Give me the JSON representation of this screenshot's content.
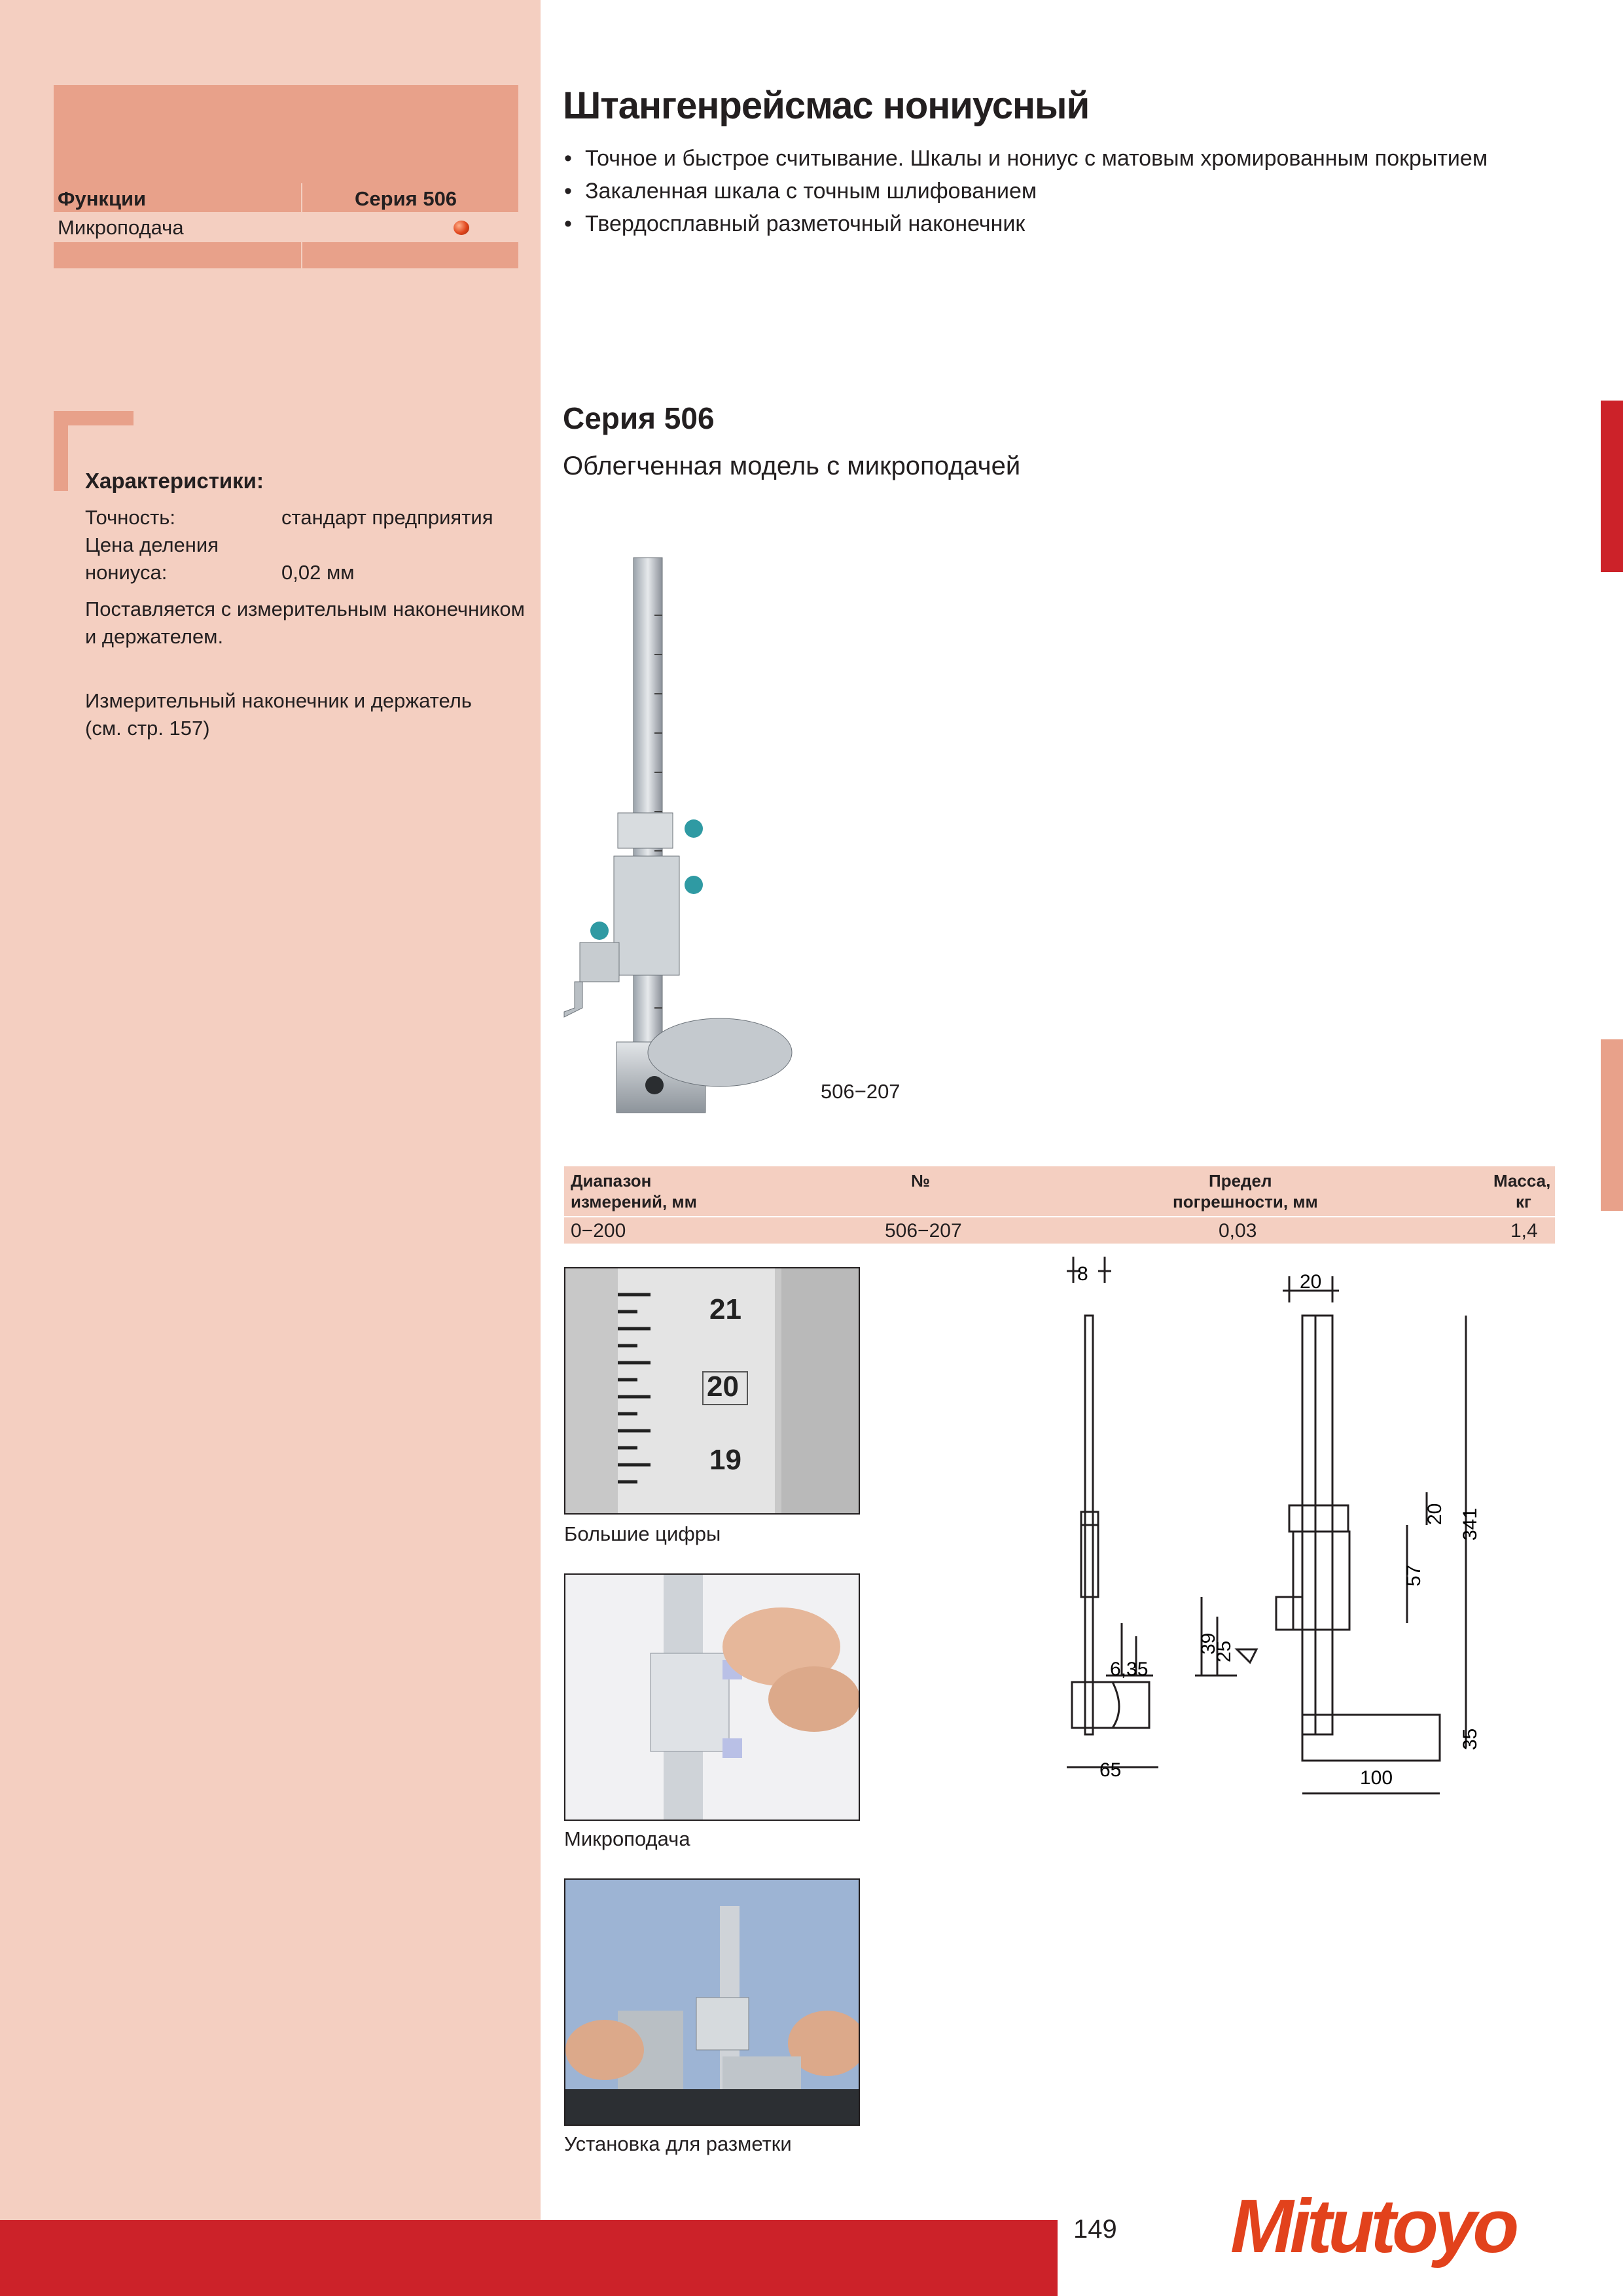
{
  "functions_table": {
    "col1_header": "Функции",
    "col2_header": "Серия 506",
    "row_label": "Микроподача"
  },
  "characteristics": {
    "title": "Характеристики:",
    "accuracy_label": "Точность:",
    "accuracy_value": "стандарт предприятия",
    "division_label_1": "Цена деления",
    "division_label_2": "нониуса:",
    "division_value": "0,02 мм",
    "supplied_1": "Поставляется с измерительным наконечником",
    "supplied_2": "и держателем.",
    "tip_1": "Измерительный наконечник и держатель",
    "tip_2": "(см. стр. 157)"
  },
  "main": {
    "title": "Штангенрейсмас нониусный",
    "bullets": [
      "Точное и быстрое считывание. Шкалы и нониус с матовым хромированным покрытием",
      "Закаленная шкала с точным шлифованием",
      "Твердосплавный разметочный наконечник"
    ],
    "bullet_char": "•",
    "series_title": "Серия 506",
    "series_subtitle": "Облегченная модель с микроподачей",
    "product_model": "506−207"
  },
  "spec_table": {
    "headers": {
      "range_1": "Диапазон",
      "range_2": "измерений, мм",
      "number": "№",
      "error_1": "Предел",
      "error_2": "погрешности, мм",
      "mass_1": "Масса,",
      "mass_2": "кг"
    },
    "row": {
      "range": "0−200",
      "number": "506−207",
      "error": "0,03",
      "mass": "1,4"
    }
  },
  "photos": {
    "scale_digits": [
      "21",
      "20",
      "19"
    ],
    "caption_1": "Большие цифры",
    "caption_2": "Микроподача",
    "caption_3": "Установка для разметки"
  },
  "drawing": {
    "dims": [
      "8",
      "20",
      "20",
      "57",
      "39",
      "25",
      "6,35",
      "65",
      "100",
      "341",
      "35"
    ]
  },
  "footer": {
    "page_number": "149",
    "logo": "Mitutoyo"
  },
  "colors": {
    "sidebar": "#f4cfc1",
    "band": "#e8a18a",
    "red": "#cc2229",
    "logo": "#e2421c"
  }
}
